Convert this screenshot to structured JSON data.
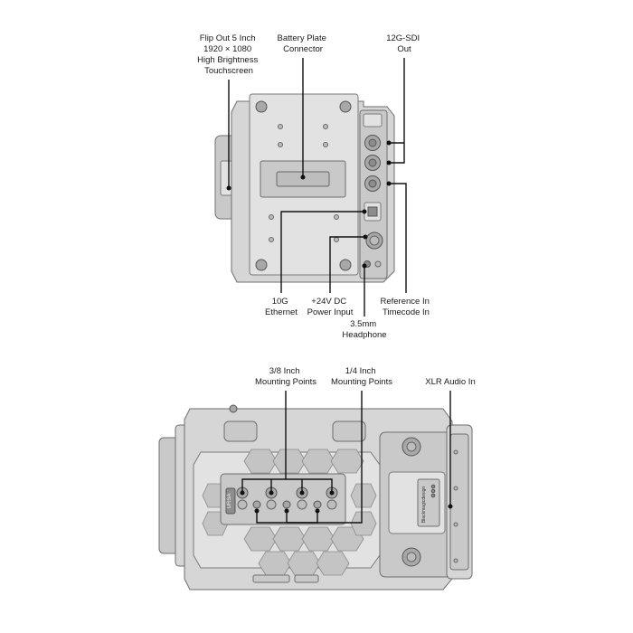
{
  "top_labels": {
    "touchscreen": [
      "Flip Out 5 Inch",
      "1920 × 1080",
      "High Brightness",
      "Touchscreen"
    ],
    "battery_plate": [
      "Battery Plate",
      "Connector"
    ],
    "sdi_out": [
      "12G-SDI",
      "Out"
    ],
    "ethernet": [
      "10G",
      "Ethernet"
    ],
    "power": [
      "+24V DC",
      "Power Input"
    ],
    "reference": [
      "Reference In",
      "Timecode In"
    ],
    "headphone": [
      "3.5mm",
      "Headphone"
    ]
  },
  "bottom_labels": {
    "mount_38": [
      "3/8 Inch",
      "Mounting Points"
    ],
    "mount_14": [
      "1/4 Inch",
      "Mounting Points"
    ],
    "xlr": [
      "XLR Audio In"
    ]
  },
  "device_markings": {
    "brand": "Blackmagicdesign",
    "small_badge": "URSA"
  },
  "colors": {
    "leader": "#111111",
    "body": "#d6d6d6",
    "outline": "#6e6e6e",
    "text": "#1a1a1a"
  }
}
